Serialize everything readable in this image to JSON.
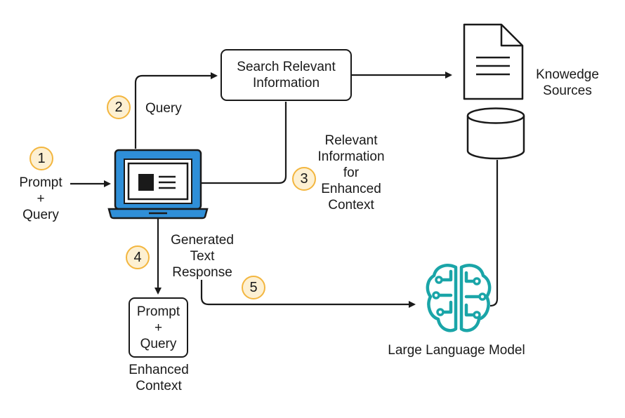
{
  "steps": {
    "one": "1",
    "two": "2",
    "three": "3",
    "four": "4",
    "five": "5"
  },
  "labels": {
    "prompt_query": [
      "Prompt",
      "+",
      "Query"
    ],
    "query": "Query",
    "relevant_info": [
      "Relevant",
      "Information",
      "for",
      "Enhanced",
      "Context"
    ],
    "generated_response": [
      "Generated",
      "Text",
      "Response"
    ],
    "enhanced_context": [
      "Enhanced",
      "Context"
    ],
    "knowledge_sources": [
      "Knowedge",
      "Sources"
    ],
    "llm": "Large Language Model"
  },
  "boxes": {
    "search": [
      "Search Relevant",
      "Information"
    ],
    "prompt_query": [
      "Prompt",
      "+",
      "Query"
    ]
  },
  "icons": {
    "laptop": "laptop-icon",
    "document": "document-icon",
    "database": "database-icon",
    "brain": "brain-circuit-icon"
  },
  "colors": {
    "accent_blue": "#2f8fd8",
    "llm_teal": "#1aa5a8",
    "badge_fill": "#fdf0d2",
    "badge_border": "#f3b63f",
    "stroke": "#1a1a1a"
  }
}
